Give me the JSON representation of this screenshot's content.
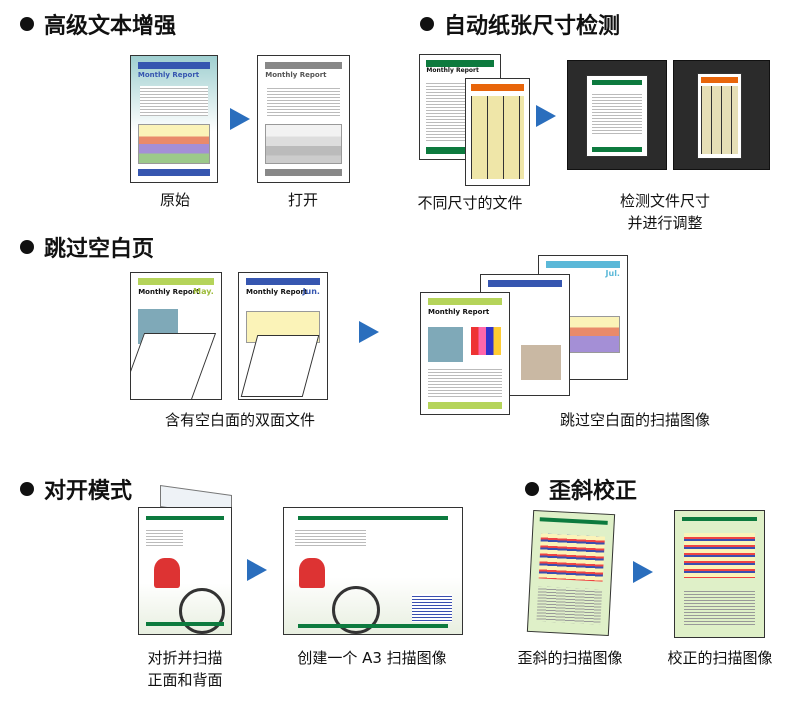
{
  "sections": {
    "text_enhance": {
      "title": "高级文本增强",
      "original": "原始",
      "opened": "打开",
      "doc_title": "Monthly Report"
    },
    "auto_size": {
      "title": "自动纸张尺寸检测",
      "different_sizes": "不同尺寸的文件",
      "detect_line1": "检测文件尺寸",
      "detect_line2": "并进行调整",
      "doc_title": "Monthly Report"
    },
    "skip_blank": {
      "title": "跳过空白页",
      "duplex": "含有空白面的双面文件",
      "result": "跳过空白面的扫描图像",
      "doc_title": "Monthly Report",
      "months": [
        "May.",
        "Jun.",
        "Jul."
      ]
    },
    "folio": {
      "title": "对开模式",
      "fold_line1": "对折并扫描",
      "fold_line2": "正面和背面",
      "create": "创建一个 A3 扫描图像"
    },
    "deskew": {
      "title": "歪斜校正",
      "skewed": "歪斜的扫描图像",
      "corrected": "校正的扫描图像"
    }
  },
  "colors": {
    "arrow": "#2a6ebd",
    "green": "#0d7a3e",
    "orange": "#e8650a",
    "blue": "#3656b0",
    "lime": "#b5d45a"
  }
}
